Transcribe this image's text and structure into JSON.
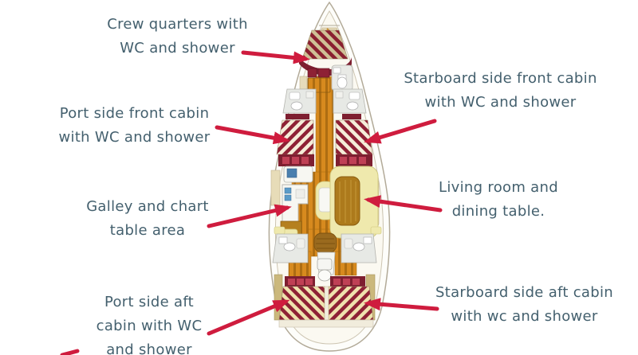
{
  "diagram": {
    "kind": "sailboat-interior-deck-plan"
  },
  "colors": {
    "background": "#ffffff",
    "arrow": "#cf1c3e",
    "label_text": "#44606e",
    "hull_outline": "#b2aa98",
    "berth_stripe_red": "#8e2135",
    "berth_stripe_white": "#f5edd8",
    "berth_stripe_cream": "#efe2ae",
    "cushion_dark_red": "#7e1f30",
    "cushion_accent_red": "#bf4055",
    "wood_floor": "#d78a1e",
    "wood_floor_dark": "#ad6d12",
    "table_wood": "#ad7a1c",
    "sofa_cream": "#efe9ad",
    "counter_white": "#f7f7f2",
    "bathroom_gray": "#e7e9e5",
    "trim_tan": "#e7dcb8",
    "sink_blue": "#5b9bc8"
  },
  "labels": [
    {
      "id": "crew-quarters",
      "lines": [
        "Crew quarters with",
        "WC and shower"
      ]
    },
    {
      "id": "starboard-front-cabin",
      "lines": [
        "Starboard side front cabin",
        "with WC and shower"
      ]
    },
    {
      "id": "port-front-cabin",
      "lines": [
        "Port side front cabin",
        "with WC and shower"
      ]
    },
    {
      "id": "galley-chart-table",
      "lines": [
        "Galley and chart",
        "table area"
      ]
    },
    {
      "id": "living-room",
      "lines": [
        "Living room and",
        "dining table."
      ]
    },
    {
      "id": "port-aft-cabin",
      "lines": [
        "Port side aft",
        "cabin with WC",
        "and shower"
      ]
    },
    {
      "id": "starboard-aft-cabin",
      "lines": [
        "Starboard side aft cabin",
        "with wc and shower"
      ]
    }
  ]
}
